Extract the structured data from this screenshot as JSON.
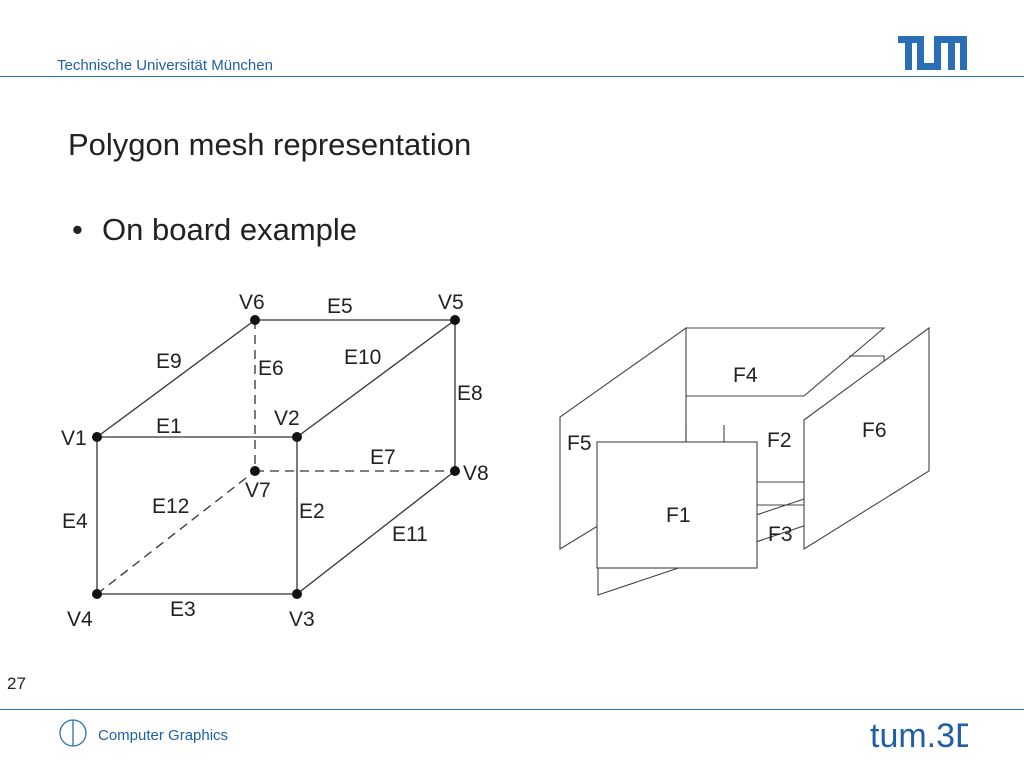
{
  "header": {
    "university": "Technische Universität München",
    "logo_text": "TUM"
  },
  "slide": {
    "title": "Polygon mesh representation",
    "bullets": [
      "On board example"
    ],
    "page_number": "27"
  },
  "diagram_left": {
    "vertices": [
      "V1",
      "V2",
      "V3",
      "V4",
      "V5",
      "V6",
      "V7",
      "V8"
    ],
    "edges": [
      "E1",
      "E2",
      "E3",
      "E4",
      "E5",
      "E6",
      "E7",
      "E8",
      "E9",
      "E10",
      "E11",
      "E12"
    ]
  },
  "diagram_right": {
    "faces": [
      "F1",
      "F2",
      "F3",
      "F4",
      "F5",
      "F6"
    ]
  },
  "footer": {
    "course": "Computer Graphics",
    "logo_text": "tum.3D"
  },
  "colors": {
    "accent": "#1f5fa6",
    "rule": "#2a6fb5"
  }
}
